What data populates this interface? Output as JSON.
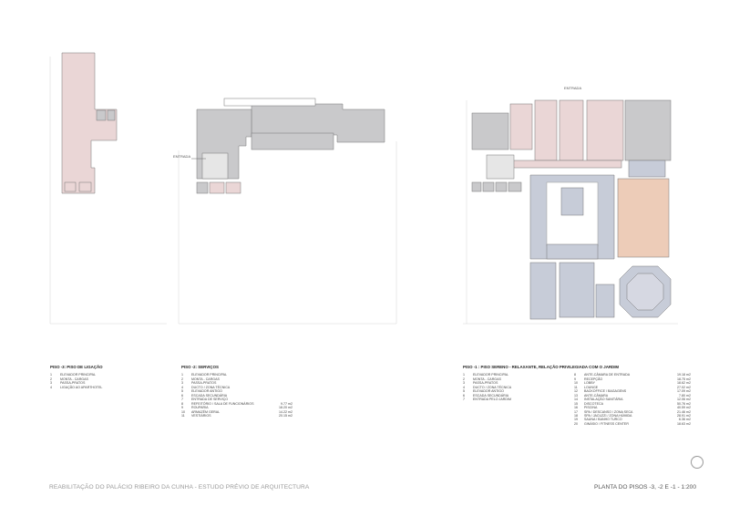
{
  "colors": {
    "grey_room": "#c9c9cb",
    "pink_room": "#ead6d6",
    "blue_room": "#c7ccd8",
    "orange_room": "#edccb8",
    "wall": "#6a6a6a"
  },
  "plan_labels": {
    "entrada_top": "ENTRADA",
    "entrada_left": "ENTRADA"
  },
  "legend_p3": {
    "title": "PISO -3: PISO DE LIGAÇÃO",
    "items": [
      {
        "n": "1",
        "t": "ELEVADOR PRINCIPAL"
      },
      {
        "n": "2",
        "t": "MONTA - CARGAS"
      },
      {
        "n": "3",
        "t": "PASSA-PRATOS"
      },
      {
        "n": "4",
        "t": "LIGAÇÃO AO APARTHOTEL"
      }
    ]
  },
  "legend_p2": {
    "title": "PISO -2: SERVIÇOS",
    "items": [
      {
        "n": "1",
        "t": "ELEVADOR PRINCIPAL",
        "a": ""
      },
      {
        "n": "2",
        "t": "MONTA - CARGAS",
        "a": ""
      },
      {
        "n": "3",
        "t": "PASSA-PRATOS",
        "a": ""
      },
      {
        "n": "4",
        "t": "DUCTO / ZONA TÉCNICA",
        "a": ""
      },
      {
        "n": "5",
        "t": "ELEVADOR ANTIGO",
        "a": ""
      },
      {
        "n": "6",
        "t": "ESCADA SECUNDÁRIA",
        "a": ""
      },
      {
        "n": "7",
        "t": "ENTRADA DE SERVIÇO",
        "a": ""
      },
      {
        "n": "8",
        "t": "REFEITÓRIO / SALA DE FUNCIONÁRIOS",
        "a": "9.77   m2"
      },
      {
        "n": "9",
        "t": "ROUPARIA",
        "a": "18.20 m2"
      },
      {
        "n": "10",
        "t": "ARMAZÉM GERAL",
        "a": "14.22 m2"
      },
      {
        "n": "11",
        "t": "VESTIÁRIOS",
        "a": "20.15 m2"
      }
    ]
  },
  "legend_p1": {
    "title": "PISO -1 : PISO SERENO - RELAXANTE, RELAÇÃO PRIVILEGIADA COM O JARDIM",
    "left": [
      {
        "n": "1",
        "t": "ELEVADOR PRINCIPAL"
      },
      {
        "n": "2",
        "t": "MONTA - CARGAS"
      },
      {
        "n": "3",
        "t": "PASSA-PRATOS"
      },
      {
        "n": "4",
        "t": "DUCTO / ZONA TÉCNICA"
      },
      {
        "n": "5",
        "t": "ELEVADOR ANTIGO"
      },
      {
        "n": "6",
        "t": "ESCADA SECUNDÁRIA"
      },
      {
        "n": "7",
        "t": "ENTRADA PELO JARDIM"
      }
    ],
    "right": [
      {
        "n": "8",
        "t": "ANTE-CÂMARA DE ENTRADA",
        "a": "19.18 m2"
      },
      {
        "n": "9",
        "t": "RECEPÇÃO",
        "a": "18.75 m2"
      },
      {
        "n": "10",
        "t": "LOBBY",
        "a": "18.62 m2"
      },
      {
        "n": "11",
        "t": "LOUNGE",
        "a": "27.02 m2"
      },
      {
        "n": "12",
        "t": "BACKOFFICE / BAGAGENS",
        "a": "17.09 m2"
      },
      {
        "n": "13",
        "t": "ANTE-CÂMARA",
        "a": "7.80   m2"
      },
      {
        "n": "14",
        "t": "INSTALAÇÃO SANITÁRIA",
        "a": "12.06 m2"
      },
      {
        "n": "15",
        "t": "DISCOTECA",
        "a": "50.76 m2"
      },
      {
        "n": "16",
        "t": "PISCINA",
        "a": "40.59 m2"
      },
      {
        "n": "17",
        "t": "SPA / DESCANSO / ZONA SECA",
        "a": "21.46 m2"
      },
      {
        "n": "18",
        "t": "SPA / JACUZZI / ZONA HÚMIDA",
        "a": "28.91 m2"
      },
      {
        "n": "19",
        "t": "SAUNA / BANHO TURCO",
        "a": "6.36   m2"
      },
      {
        "n": "20",
        "t": "GINÁSIO / FITNESS CENTER",
        "a": "18.63 m2"
      }
    ]
  },
  "footer": {
    "left": "REABILITAÇÃO DO PALÁCIO RIBEIRO DA CUNHA - ESTUDO PRÉVIO DE ARQUITECTURA",
    "right": "PLANTA DO PISOS -3, -2 E -1 - 1:200"
  }
}
